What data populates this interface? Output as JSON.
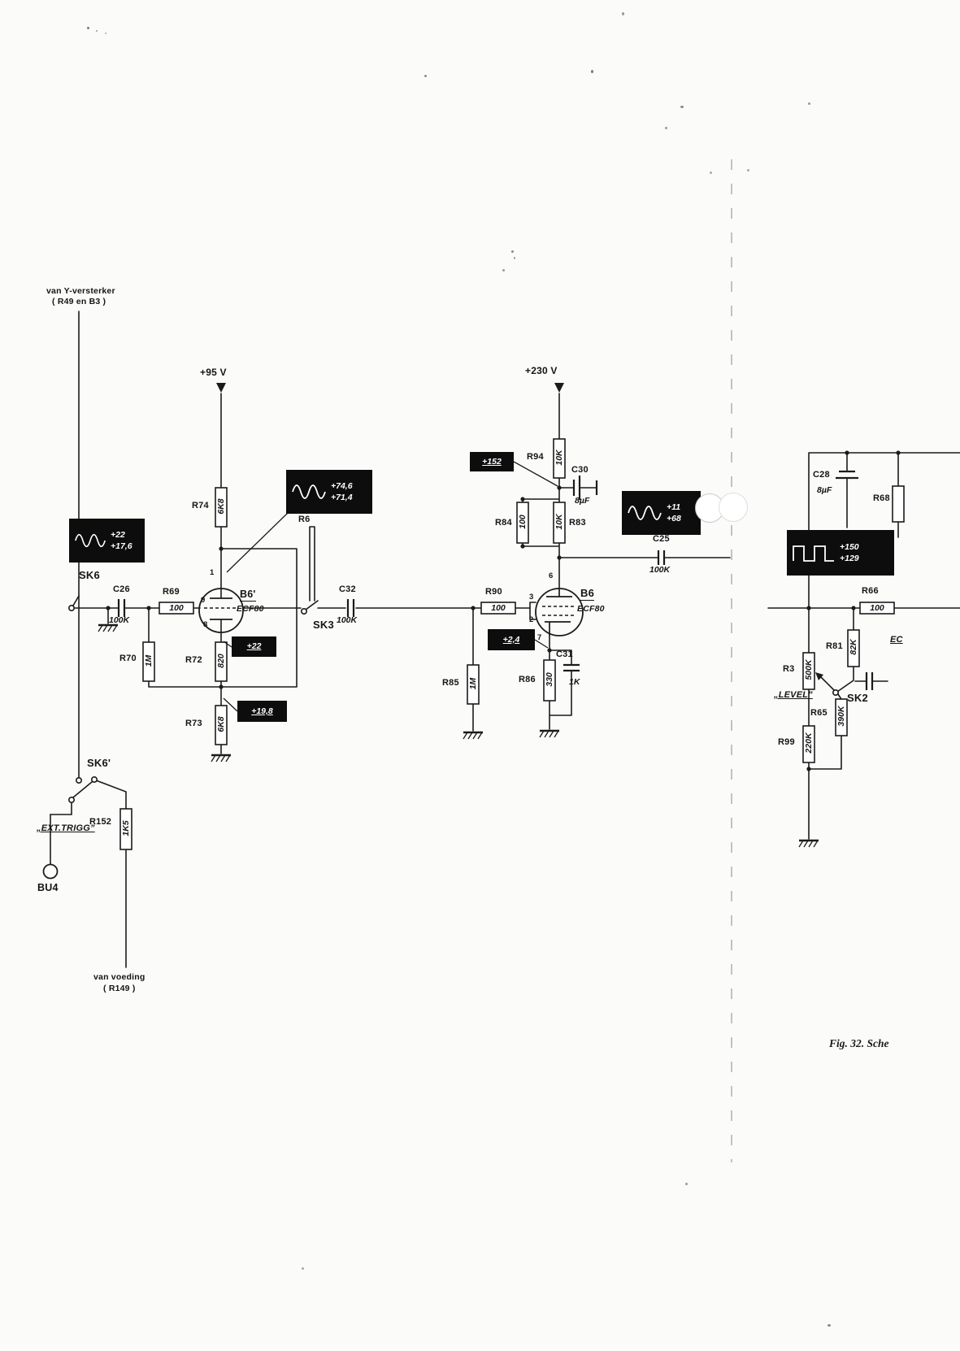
{
  "texts": {
    "source_top_1": "van Y-versterker",
    "source_top_2": "( R49 en B3 )",
    "supply_95": "+95 V",
    "supply_230": "+230 V",
    "sk6": "SK6",
    "sk6_prime": "SK6'",
    "sk3": "SK3",
    "sk2": "SK2",
    "ext_trigg": "„EXT.TRIGG”",
    "bu4": "BU4",
    "level": "„LEVEL”",
    "van_voeding_1": "van voeding",
    "van_voeding_2": "( R149 )",
    "fig_caption": "Fig. 32. Sche",
    "ec_partial": "EC"
  },
  "tubes": {
    "b6_left": {
      "name": "B6'",
      "type": "ECF80",
      "pin_left": "9",
      "pin_top": "1",
      "pin_bottom": "8"
    },
    "b6_right": {
      "name": "B6",
      "type": "ECF80",
      "pin_left_upper": "3",
      "pin_left_lower": "2",
      "pin_top": "6",
      "pin_bottom": "7"
    }
  },
  "resistors": {
    "r74": {
      "ref": "R74",
      "value": "6K8"
    },
    "r69": {
      "ref": "R69",
      "value": "100"
    },
    "r70": {
      "ref": "R70",
      "value": "1M"
    },
    "r72": {
      "ref": "R72",
      "value": "820"
    },
    "r73": {
      "ref": "R73",
      "value": "6K8"
    },
    "r6": {
      "ref": "R6"
    },
    "r94": {
      "ref": "R94",
      "value": "10K"
    },
    "r84": {
      "ref": "R84",
      "value": "100"
    },
    "r83": {
      "ref": "R83",
      "value": "10K"
    },
    "r90": {
      "ref": "R90",
      "value": "100"
    },
    "r85": {
      "ref": "R85",
      "value": "1M"
    },
    "r86": {
      "ref": "R86",
      "value": "330"
    },
    "r66": {
      "ref": "R66",
      "value": "100"
    },
    "r68": {
      "ref": "R68"
    },
    "r81": {
      "ref": "R81",
      "value": "82K"
    },
    "r3": {
      "ref": "R3",
      "value": "500K"
    },
    "r65": {
      "ref": "R65",
      "value": "390K"
    },
    "r99": {
      "ref": "R99",
      "value": "220K"
    },
    "r152": {
      "ref": "R152",
      "value": "1K5"
    }
  },
  "capacitors": {
    "c26": {
      "ref": "C26",
      "value": "100K"
    },
    "c32": {
      "ref": "C32",
      "value": "100K"
    },
    "c30": {
      "ref": "C30",
      "value": "8µF"
    },
    "c25": {
      "ref": "C25",
      "value": "100K"
    },
    "c31": {
      "ref": "C31",
      "value": "1K"
    },
    "c28": {
      "ref": "C28",
      "value": "8µF"
    }
  },
  "waveforms": {
    "input_sine": {
      "top": "+22",
      "bottom": "+17,6"
    },
    "anode_sine": {
      "top": "+74,6",
      "bottom": "+71,4"
    },
    "coupled_sine": {
      "top": "+11",
      "bottom": "+68"
    },
    "square_wave": {
      "top": "+150",
      "bottom": "+129"
    }
  },
  "spot_voltages": {
    "v152": "+152",
    "v22": "+22",
    "v19_8": "+19,8",
    "v2_4": "+2,4"
  }
}
